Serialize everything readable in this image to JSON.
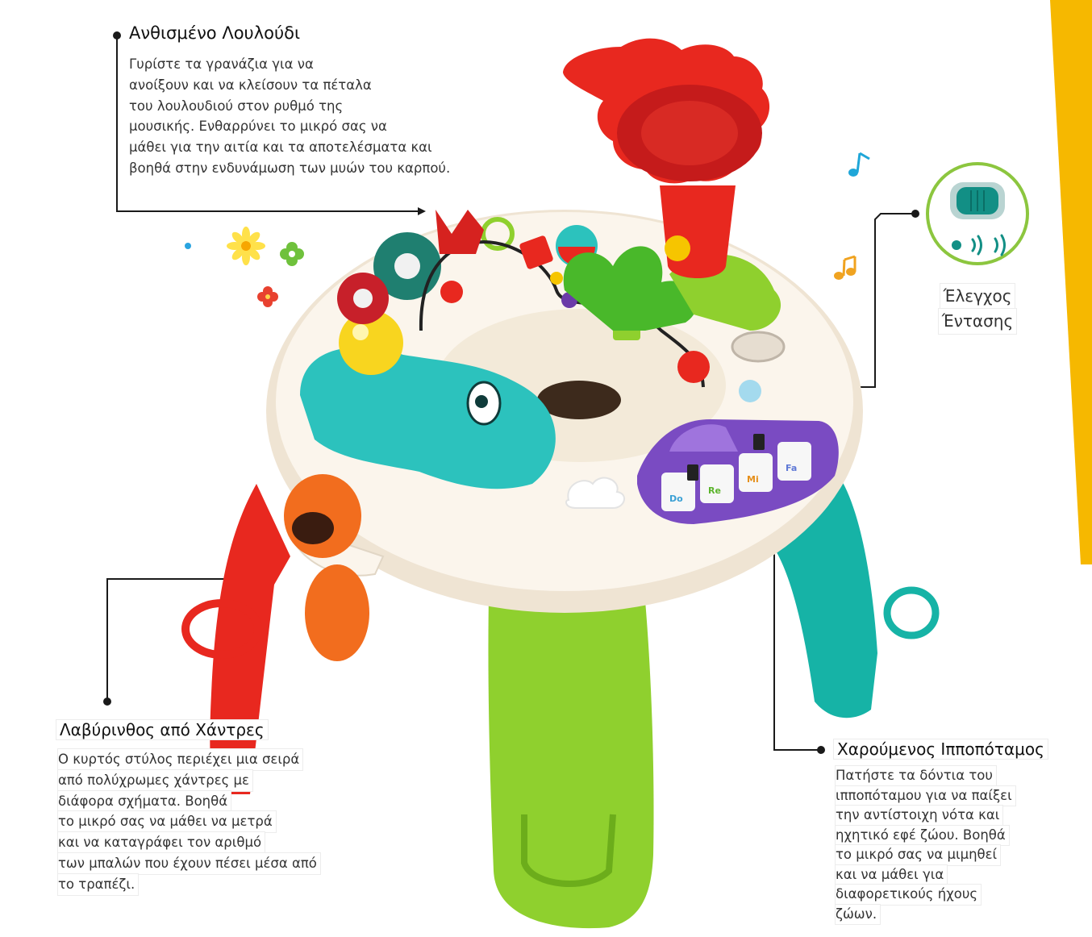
{
  "colors": {
    "accent_yellow": "#f6b800",
    "line": "#1a1a1a",
    "volume_ring": "#8cc63f",
    "volume_teal": "#128f85"
  },
  "icons": [
    "music-note-icon",
    "flower-icon",
    "sun-flower-icon",
    "volume-switch-icon",
    "sound-waves-icon"
  ],
  "flower": {
    "title": "Ανθισμένο Λουλούδι",
    "lines": [
      "Γυρίστε τα γρανάζια για να",
      "ανοίξουν και να κλείσουν τα πέταλα",
      "του λουλουδιού στον ρυθμό της",
      "μουσικής. Ενθαρρύνει το μικρό σας να",
      "μάθει για την αιτία και τα αποτελέσματα και",
      "βοηθά στην ενδυνάμωση των μυών του καρπού."
    ]
  },
  "volume": {
    "lines": [
      "Έλεγχος",
      "Έντασης"
    ]
  },
  "beads": {
    "title": "Λαβύρινθος από Χάντρες",
    "lines": [
      "Ο κυρτός στύλος περιέχει μια σειρά",
      "από πολύχρωμες χάντρες με",
      "διάφορα σχήματα. Βοηθά",
      "το μικρό σας να μάθει να μετρά",
      "και να καταγράφει τον αριθμό",
      "των μπαλών που έχουν πέσει μέσα από",
      "το τραπέζι."
    ]
  },
  "hippo": {
    "title": "Χαρούμενος Ιπποπόταμος",
    "lines": [
      "Πατήστε τα δόντια του",
      "ιπποπόταμου για να παίξει",
      "την αντίστοιχη νότα και",
      "ηχητικό εφέ ζώου. Βοηθά",
      "το μικρό σας να μιμηθεί",
      "και να μάθει για",
      "διαφορετικούς ήχους",
      "ζώων."
    ],
    "keys": [
      "Do",
      "Re",
      "Mi",
      "Fa"
    ]
  }
}
